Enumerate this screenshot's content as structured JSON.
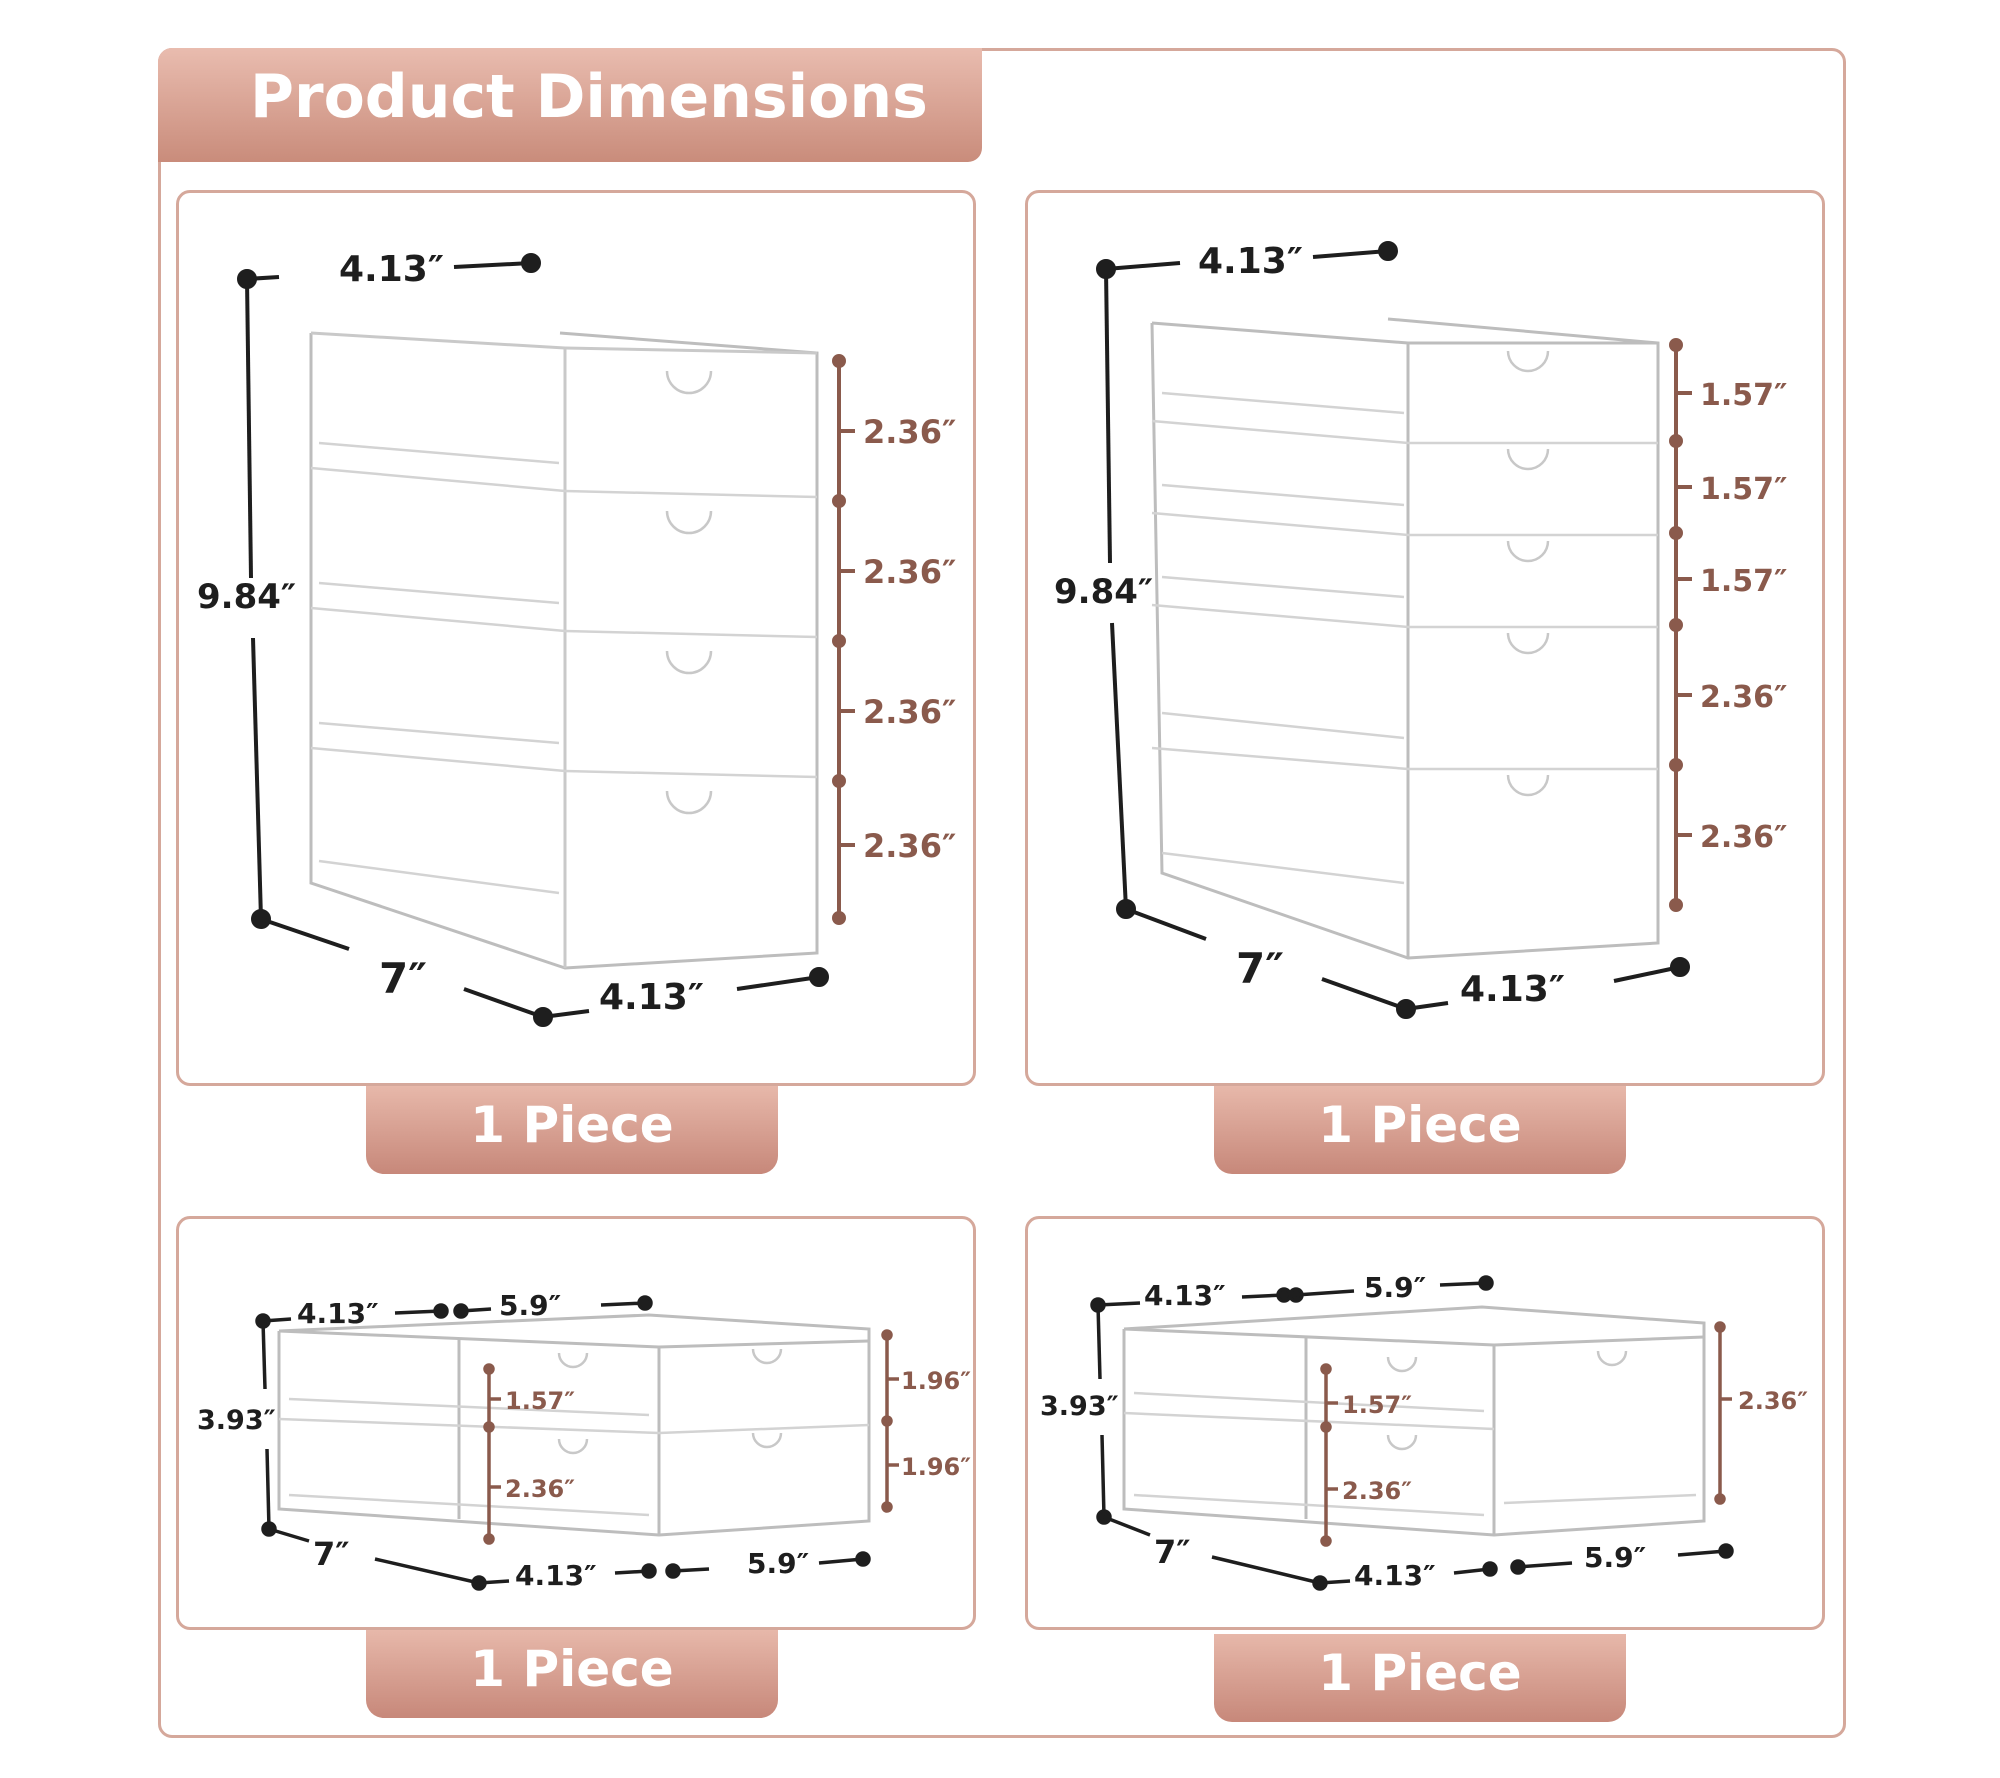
{
  "title": "Product Dimensions",
  "colors": {
    "accent": "#d5a89b",
    "banner_top": "#e9bcaf",
    "banner_bottom": "#c98c7b",
    "dimension_brown": "#8a5a4c",
    "dimension_black": "#1e1e1e"
  },
  "panels": [
    {
      "badge": "1 Piece",
      "labels": {
        "top": "4.13″",
        "height": "9.84″",
        "front": "7″",
        "side": "4.13″"
      },
      "drawers": [
        "2.36″",
        "2.36″",
        "2.36″",
        "2.36″"
      ]
    },
    {
      "badge": "1 Piece",
      "labels": {
        "top": "4.13″",
        "height": "9.84″",
        "front": "7″",
        "side": "4.13″"
      },
      "drawers": [
        "1.57″",
        "1.57″",
        "1.57″",
        "2.36″",
        "2.36″"
      ]
    },
    {
      "badge": "1 Piece",
      "labels": {
        "top_left": "4.13″",
        "top_right": "5.9″",
        "height": "3.93″",
        "front": "7″",
        "bottom_mid": "4.13″",
        "bottom_right": "5.9″"
      },
      "inner": [
        "1.57″",
        "2.36″"
      ],
      "outer": [
        "1.96″",
        "1.96″"
      ]
    },
    {
      "badge": "1 Piece",
      "labels": {
        "top_left": "4.13″",
        "top_right": "5.9″",
        "height": "3.93″",
        "front": "7″",
        "bottom_mid": "4.13″",
        "bottom_right": "5.9″"
      },
      "inner": [
        "1.57″",
        "2.36″"
      ],
      "outer": [
        "2.36″"
      ]
    }
  ]
}
